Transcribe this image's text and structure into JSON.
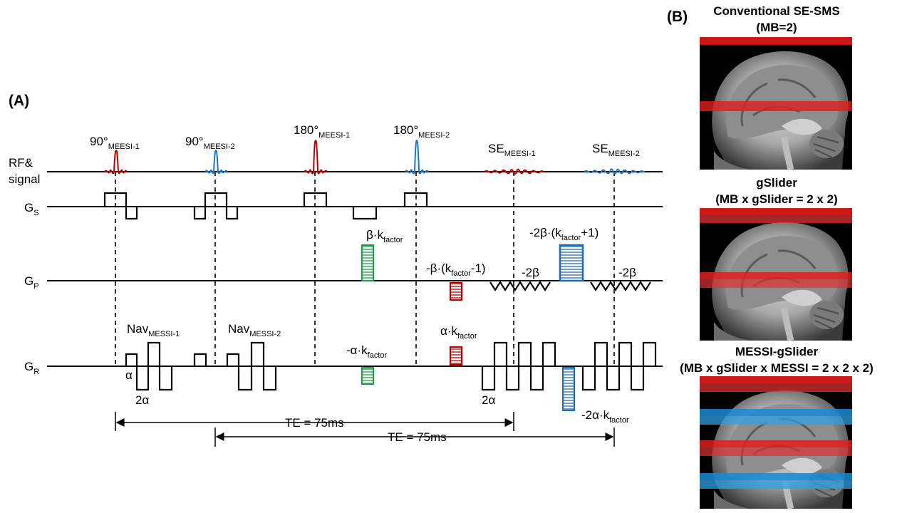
{
  "panels": {
    "a": "(A)",
    "b": "(B)"
  },
  "axes": {
    "rf_line1": "RF&",
    "rf_line2": "signal",
    "gs_main": "G",
    "gs_sub": "S",
    "gp_main": "G",
    "gp_sub": "P",
    "gr_main": "G",
    "gr_sub": "R"
  },
  "rf_pulses": [
    {
      "main": "90°",
      "sub": "MEESI-1",
      "color": "#c00000"
    },
    {
      "main": "90°",
      "sub": "MEESI-2",
      "color": "#1f77c0"
    },
    {
      "main": "180°",
      "sub": "MEESI-1",
      "color": "#c00000"
    },
    {
      "main": "180°",
      "sub": "MEESI-2",
      "color": "#1f77c0"
    }
  ],
  "echoes": [
    {
      "main": "SE",
      "sub": "MEESI-1",
      "color": "#c00000"
    },
    {
      "main": "SE",
      "sub": "MEESI-2",
      "color": "#1f77c0"
    }
  ],
  "navs": [
    {
      "main": "Nav",
      "sub": "MESSI-1"
    },
    {
      "main": "Nav",
      "sub": "MESSI-2"
    }
  ],
  "gradient_labels": {
    "beta_k_main": "β·k",
    "beta_k_sub": "factor",
    "minus_beta_pre": "-β·(k",
    "minus_beta_sub": "factor",
    "minus_beta_post": "-1)",
    "minus_2beta_pre": "-2β·(k",
    "minus_2beta_sub": "factor",
    "minus_2beta_post": "+1)",
    "minus_2beta_a": "-2β",
    "minus_2beta_b": "-2β",
    "minus_alpha_main": "-α·k",
    "minus_alpha_sub": "factor",
    "alpha_k_main": "α·k",
    "alpha_k_sub": "factor",
    "alpha": "α",
    "two_alpha_a": "2α",
    "two_alpha_b": "2α",
    "minus_2alpha_main": "-2α·k",
    "minus_2alpha_sub": "factor"
  },
  "te_labels": [
    "TE = 75ms",
    "TE = 75ms"
  ],
  "panel_b": [
    {
      "title1": "Conventional SE-SMS",
      "title2": "(MB=2)"
    },
    {
      "title1": "gSlider",
      "title2": "(MB x gSlider = 2 x 2)"
    },
    {
      "title1": "MESSI-gSlider",
      "title2": "(MB x gSlider x MESSI = 2 x 2 x 2)"
    }
  ],
  "colors": {
    "red": "#c00000",
    "blue": "#1f77c0",
    "green": "#1f9e4a",
    "dark_blue": "#1f6db5"
  }
}
